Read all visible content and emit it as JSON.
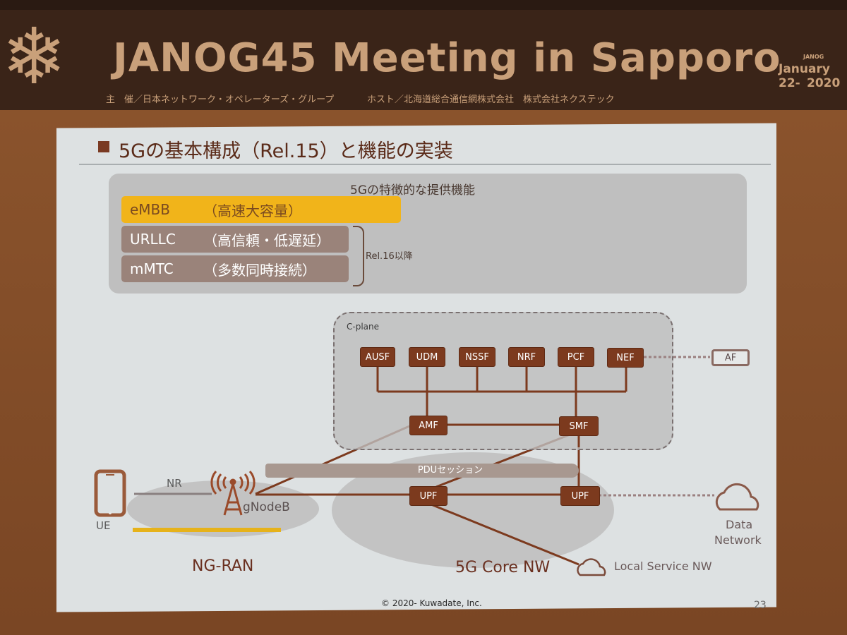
{
  "banner": {
    "title": "JANOG45  Meeting in Sapporo",
    "organizer": "主　催／日本ネットワーク・オペレーターズ・グループ",
    "host": "ホスト／北海道総合通信網株式会社　株式会社ネクステック",
    "logo_text": "JANOG",
    "date_line1": "January 22-",
    "date_line2": "2020",
    "snowflake_icon": "❄"
  },
  "slide": {
    "title": "5Gの基本構成（Rel.15）と機能の実装",
    "features_panel": {
      "title": "5Gの特徴的な提供機能",
      "items": [
        {
          "name": "eMBB",
          "desc": "（高速大容量）",
          "color": "#f1b41a"
        },
        {
          "name": "URLLC",
          "desc": "（高信頼・低遅延）",
          "color": "#9a837a"
        },
        {
          "name": "mMTC",
          "desc": "（多数同時接続）",
          "color": "#9a837a"
        }
      ],
      "bracket_note": "Rel.16以降"
    },
    "diagram": {
      "cplane_label": "C-plane",
      "nf_row": [
        "AUSF",
        "UDM",
        "NSSF",
        "NRF",
        "PCF",
        "NEF"
      ],
      "amf": "AMF",
      "smf": "SMF",
      "af": "AF",
      "pdu_session": "PDUセッション",
      "upf_left": "UPF",
      "upf_right": "UPF",
      "ue": "UE",
      "nr": "NR",
      "gnodeb": "gNodeB",
      "ng_ran": "NG-RAN",
      "core_nw": "5G Core NW",
      "data_network_line1": "Data",
      "data_network_line2": "Network",
      "local_service_nw": "Local Service NW"
    },
    "footer": "© 2020- Kuwadate, Inc.",
    "page_number": "23"
  }
}
